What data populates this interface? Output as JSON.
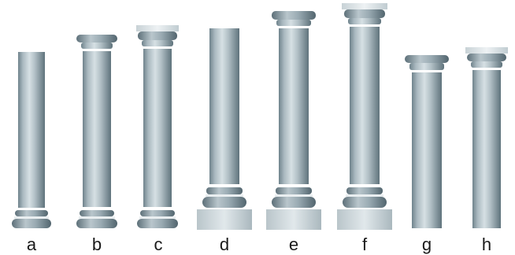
{
  "figure": {
    "columns": [
      {
        "label": "a",
        "capital": "none",
        "abacus": false,
        "base": "torus",
        "plinth": false
      },
      {
        "label": "b",
        "capital": "echinus",
        "abacus": false,
        "base": "torus",
        "plinth": false
      },
      {
        "label": "c",
        "capital": "echinus",
        "abacus": true,
        "base": "torus",
        "plinth": false
      },
      {
        "label": "d",
        "capital": "none",
        "abacus": false,
        "base": "torus",
        "plinth": true
      },
      {
        "label": "e",
        "capital": "echinus",
        "abacus": false,
        "base": "torus",
        "plinth": true
      },
      {
        "label": "f",
        "capital": "echinus",
        "abacus": true,
        "base": "torus",
        "plinth": true
      },
      {
        "label": "g",
        "capital": "echinus",
        "abacus": false,
        "base": "none",
        "plinth": false
      },
      {
        "label": "h",
        "capital": "echinus",
        "abacus": true,
        "base": "none",
        "plinth": false
      }
    ],
    "colors": {
      "shaft_light": "#d3dee2",
      "shaft_mid": "#9fb0b8",
      "shaft_dark": "#62767f",
      "ring_light": "#ffffff",
      "plinth_light": "#dbe3e6",
      "plinth_dark": "#a7b5bb"
    }
  }
}
